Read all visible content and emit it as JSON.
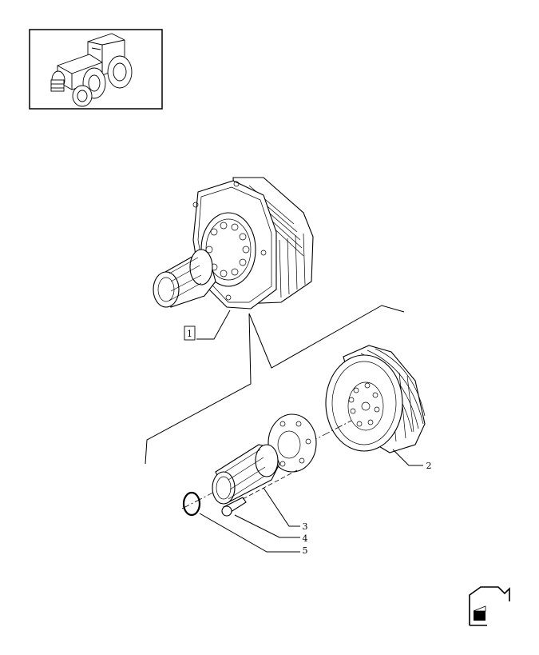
{
  "diagram": {
    "thumbnail_icon": "tractor-icon",
    "nav_icon": "next-page-icon",
    "callouts": {
      "item_1": "1",
      "item_2": "2",
      "item_3": "3",
      "item_4": "4",
      "item_5": "5"
    }
  }
}
